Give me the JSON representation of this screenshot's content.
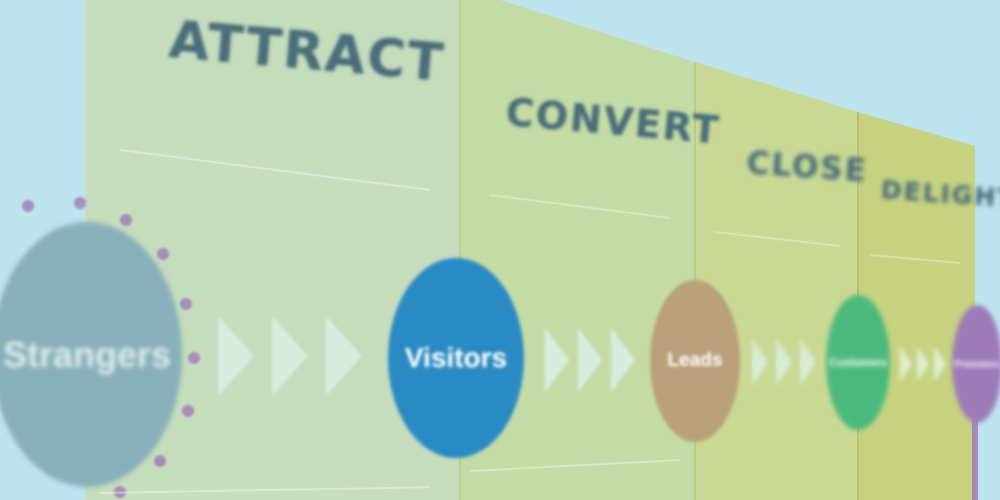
{
  "stages": [
    {
      "title": "ATTRACT",
      "color": "#c5dcbd"
    },
    {
      "title": "CONVERT",
      "color": "#c5dba5"
    },
    {
      "title": "CLOSE",
      "color": "#c9d994"
    },
    {
      "title": "DELIGHT",
      "color": "#c6d27f"
    }
  ],
  "nodes": [
    {
      "label": "Strangers",
      "color": "#88b0ba"
    },
    {
      "label": "Visitors",
      "color": "#2a8bc4"
    },
    {
      "label": "Leads",
      "color": "#b9a07a"
    },
    {
      "label": "Customers",
      "color": "#4cb97c"
    },
    {
      "label": "Promoters",
      "color": "#9c7bb8"
    }
  ],
  "colors": {
    "background": "#bde3ef",
    "arrow": "#d6ecdf",
    "title_text": "#4b6e7a",
    "strangers_ring": "#a07ab8"
  }
}
